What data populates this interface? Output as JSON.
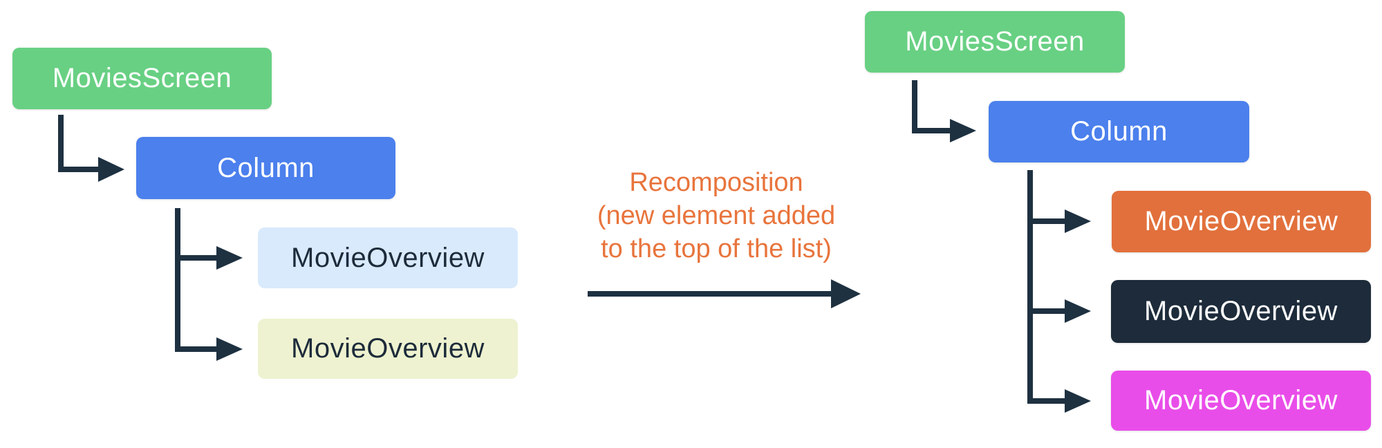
{
  "diagram": {
    "title_hint": "Jetpack Compose recomposition tree diagram",
    "left_tree": {
      "root": {
        "label": "MoviesScreen"
      },
      "column": {
        "label": "Column"
      },
      "children": [
        {
          "label": "MovieOverview"
        },
        {
          "label": "MovieOverview"
        }
      ]
    },
    "annotation": {
      "line1": "Recomposition",
      "line2": "(new element added",
      "line3": "to the top of the list)"
    },
    "right_tree": {
      "root": {
        "label": "MoviesScreen"
      },
      "column": {
        "label": "Column"
      },
      "children": [
        {
          "label": "MovieOverview"
        },
        {
          "label": "MovieOverview"
        },
        {
          "label": "MovieOverview"
        }
      ]
    },
    "colors": {
      "root_green": "#68D083",
      "column_blue": "#4B80ED",
      "child_light_blue": "#D9EAFC",
      "child_light_yellow": "#EEF2D0",
      "child_orange": "#E2703C",
      "child_navy": "#1D2B3A",
      "child_magenta": "#E94DE9",
      "connector_dark": "#1E3141",
      "annotation_orange": "#E8743C",
      "background": "#FFFFFF"
    }
  }
}
